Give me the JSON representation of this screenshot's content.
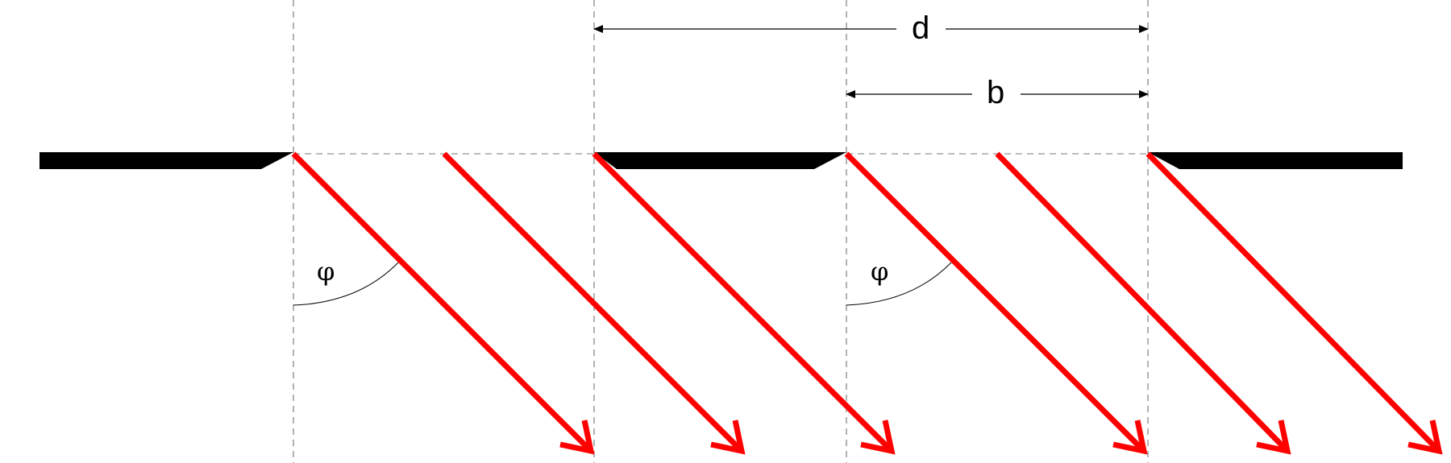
{
  "labels": {
    "d": "d",
    "b": "b",
    "phi_left": "φ",
    "phi_right": "φ"
  },
  "colors": {
    "grating": "#000000",
    "ray": "#ff0000",
    "guide": "#666666",
    "dimension": "#000000"
  }
}
